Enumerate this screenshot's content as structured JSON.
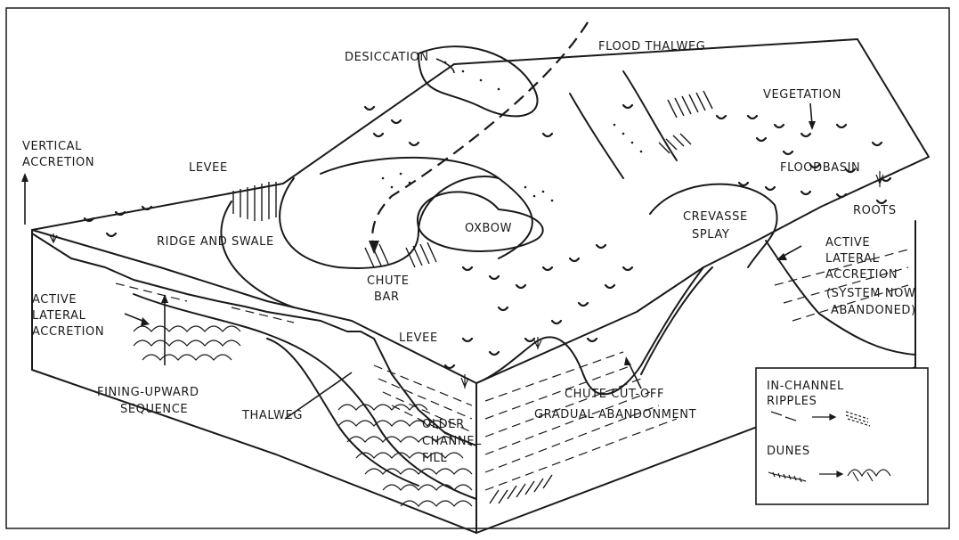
{
  "labels": {
    "desiccation": "DESICCATION",
    "flood_thalweg": "FLOOD THALWEG",
    "vegetation": "VEGETATION",
    "vertical_accretion_1": "VERTICAL",
    "vertical_accretion_2": "ACCRETION",
    "levee_top": "LEVEE",
    "floodbasin": "FLOODBASIN",
    "roots": "ROOTS",
    "ridge_and_swale": "RIDGE AND SWALE",
    "oxbow": "OXBOW",
    "crevasse_1": "CREVASSE",
    "crevasse_2": "SPLAY",
    "active_right_1": "ACTIVE",
    "active_right_2": "LATERAL",
    "active_right_3": "ACCRETION",
    "system_1": "(SYSTEM NOW",
    "system_2": "ABANDONED)",
    "chute_bar_1": "CHUTE",
    "chute_bar_2": "BAR",
    "active_left_1": "ACTIVE",
    "active_left_2": "LATERAL",
    "active_left_3": "ACCRETION",
    "levee_bottom": "LEVEE",
    "fining_1": "FINING-UPWARD",
    "fining_2": "SEQUENCE",
    "thalweg": "THALWEG",
    "older_1": "OLDER",
    "older_2": "CHANNEL",
    "older_3": "FILL",
    "chute_cutoff": "CHUTE CUT-OFF",
    "gradual_abandonment": "GRADUAL ABANDONMENT"
  },
  "legend": {
    "in_channel_1": "IN-CHANNEL",
    "in_channel_2": "RIPPLES",
    "dunes": "DUNES"
  }
}
